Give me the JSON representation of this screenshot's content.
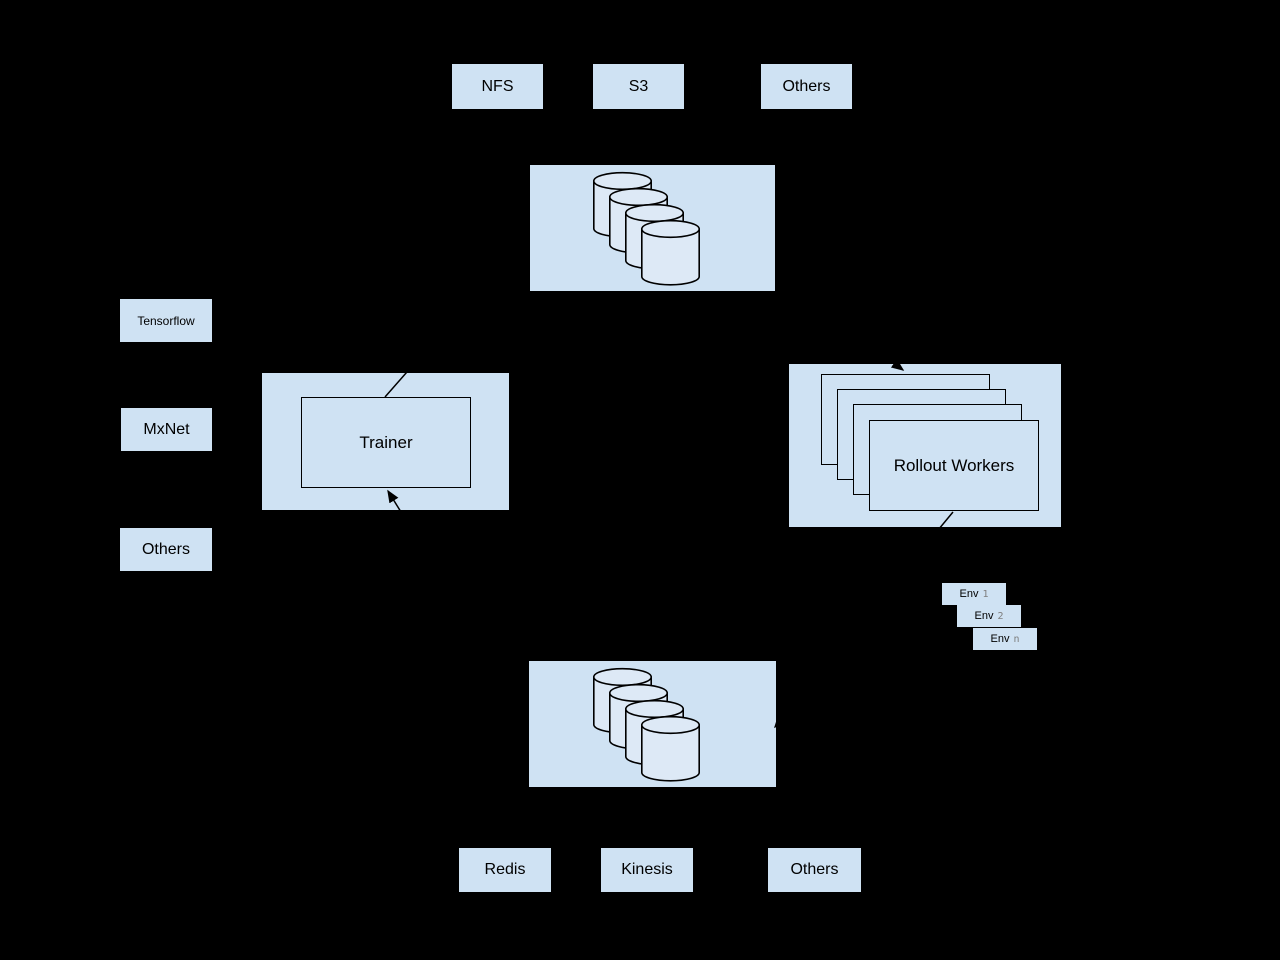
{
  "colors": {
    "background": "#000000",
    "box_fill": "#cfe2f3",
    "cylinder_fill": "#dde9f6",
    "stroke": "#000000",
    "text": "#000000",
    "env_number_text": "#7f7f7f"
  },
  "storage_backends": {
    "items": [
      {
        "label": "NFS"
      },
      {
        "label": "S3"
      },
      {
        "label": "Others"
      }
    ]
  },
  "top_datastore": {
    "icon": "database-stack-icon",
    "cylinder_count": 4
  },
  "frameworks": {
    "items": [
      {
        "label": "Tensorflow"
      },
      {
        "label": "MxNet"
      },
      {
        "label": "Others"
      }
    ]
  },
  "trainer": {
    "label": "Trainer"
  },
  "rollout_workers": {
    "label": "Rollout Workers",
    "stacked_count": 4
  },
  "environments": {
    "items": [
      {
        "label": "Env",
        "index": "1"
      },
      {
        "label": "Env",
        "index": "2"
      },
      {
        "label": "Env",
        "index": "n"
      }
    ]
  },
  "bottom_datastore": {
    "icon": "database-stack-icon",
    "cylinder_count": 4
  },
  "memory_backends": {
    "items": [
      {
        "label": "Redis"
      },
      {
        "label": "Kinesis"
      },
      {
        "label": "Others"
      }
    ]
  }
}
